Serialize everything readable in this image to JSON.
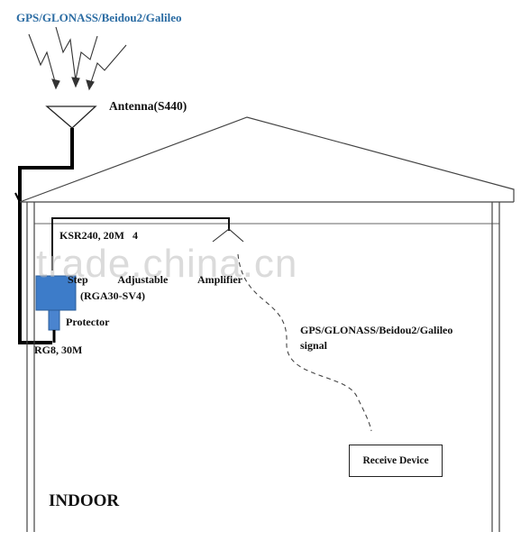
{
  "labels": {
    "gnss_title": "GPS/GLONASS/Beidou2/Galileo",
    "antenna": "Antenna(S440)",
    "cable_ksr": "KSR240, 20M",
    "cable_ksr_count": "4",
    "amplifier_words": [
      "Step",
      "Adjustable",
      "Amplifier"
    ],
    "amplifier_model": "(RGA30-SV4)",
    "protector": "Protector",
    "cable_rg8": "RG8, 30M",
    "signal_line1": "GPS/GLONASS/Beidou2/Galileo",
    "signal_line2": "signal",
    "receive_device": "Receive Device",
    "indoor": "INDOOR"
  },
  "watermark": "trade.china.cn",
  "colors": {
    "title_blue": "#2b6ca3",
    "amplifier_blue": "#3d7cc9",
    "cable_black": "#000000",
    "line_gray": "#555555"
  },
  "icons": [
    "signal-arrow-icon",
    "antenna-icon",
    "splitter-icon",
    "amplifier-icon",
    "protector-icon"
  ]
}
